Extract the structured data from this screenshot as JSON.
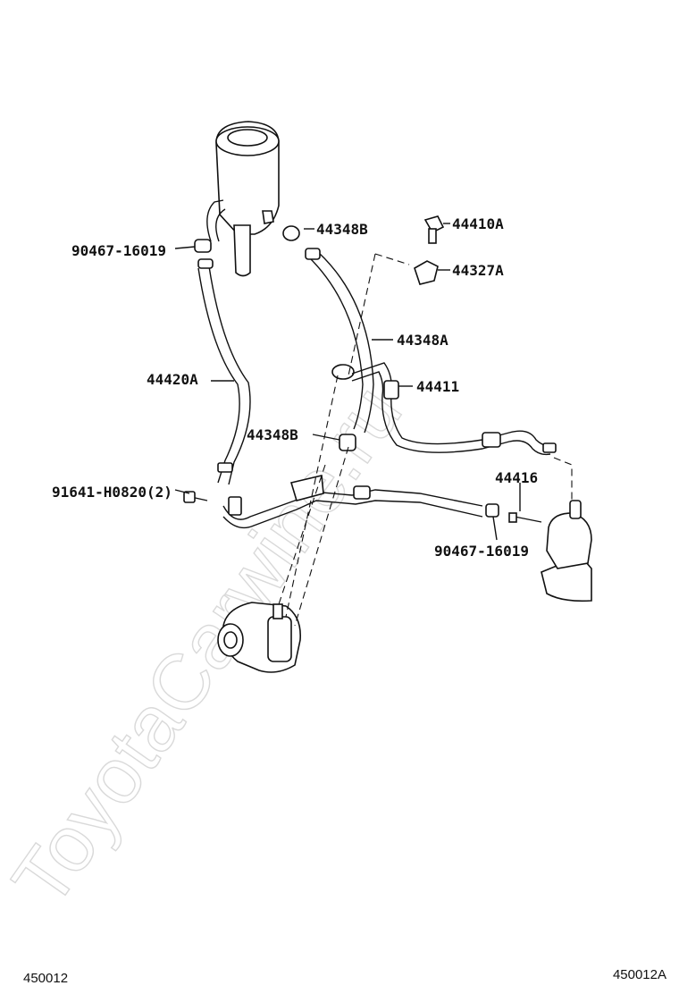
{
  "labels": {
    "p90467_16019_top": "90467-16019",
    "p44348B_top": "44348B",
    "p44410A": "44410A",
    "p44327A": "44327A",
    "p44348A": "44348A",
    "p44420A": "44420A",
    "p44411": "44411",
    "p44348B_mid": "44348B",
    "p44416": "44416",
    "p91641": "91641-H0820(2)",
    "p90467_16019_bottom": "90467-16019"
  },
  "footer": {
    "left_code": "450012",
    "right_code": "450012A"
  },
  "watermark": "ToyotaCarwine.ru"
}
